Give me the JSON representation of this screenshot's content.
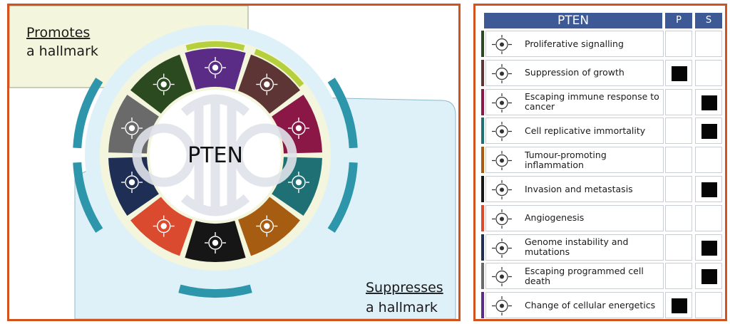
{
  "gene": "PTEN",
  "left": {
    "promotes_title": "Promotes",
    "promotes_sub": "a hallmark",
    "suppresses_title": "Suppresses",
    "suppresses_sub": "a hallmark",
    "center_label": "PTEN"
  },
  "table": {
    "header_title": "PTEN",
    "col_p": "P",
    "col_s": "S",
    "rows": [
      {
        "label": "Proliferative signalling",
        "icon": "proliferation-icon",
        "color": "#2c4a1f",
        "p": false,
        "s": false
      },
      {
        "label": "Suppression of growth",
        "icon": "growth-suppression-icon",
        "color": "#5e3535",
        "p": true,
        "s": false
      },
      {
        "label": "Escaping immune response to cancer",
        "icon": "immune-escape-icon",
        "color": "#8a1745",
        "p": false,
        "s": true
      },
      {
        "label": "Cell replicative immortality",
        "icon": "immortality-icon",
        "color": "#1f7075",
        "p": false,
        "s": true
      },
      {
        "label": "Tumour-promoting inflammation",
        "icon": "inflammation-icon",
        "color": "#a65d12",
        "p": false,
        "s": false
      },
      {
        "label": "Invasion and metastasis",
        "icon": "metastasis-icon",
        "color": "#161616",
        "p": false,
        "s": true
      },
      {
        "label": "Angiogenesis",
        "icon": "angiogenesis-icon",
        "color": "#d94a2f",
        "p": false,
        "s": false
      },
      {
        "label": "Genome instability and mutations",
        "icon": "genome-instability-icon",
        "color": "#1e2e55",
        "p": false,
        "s": true
      },
      {
        "label": "Escaping programmed cell death",
        "icon": "skull-icon",
        "color": "#6a6a6a",
        "p": false,
        "s": true
      },
      {
        "label": "Change of cellular energetics",
        "icon": "energetics-icon",
        "color": "#5a2c86",
        "p": true,
        "s": false
      }
    ]
  },
  "colors": {
    "frame": "#d1531e",
    "promote_arc": "#b5cf3d",
    "suppress_arc": "#2e96aa",
    "promote_bg": "#f3f5dc",
    "suppress_bg": "#dff1f8",
    "header": "#3d5a96"
  }
}
